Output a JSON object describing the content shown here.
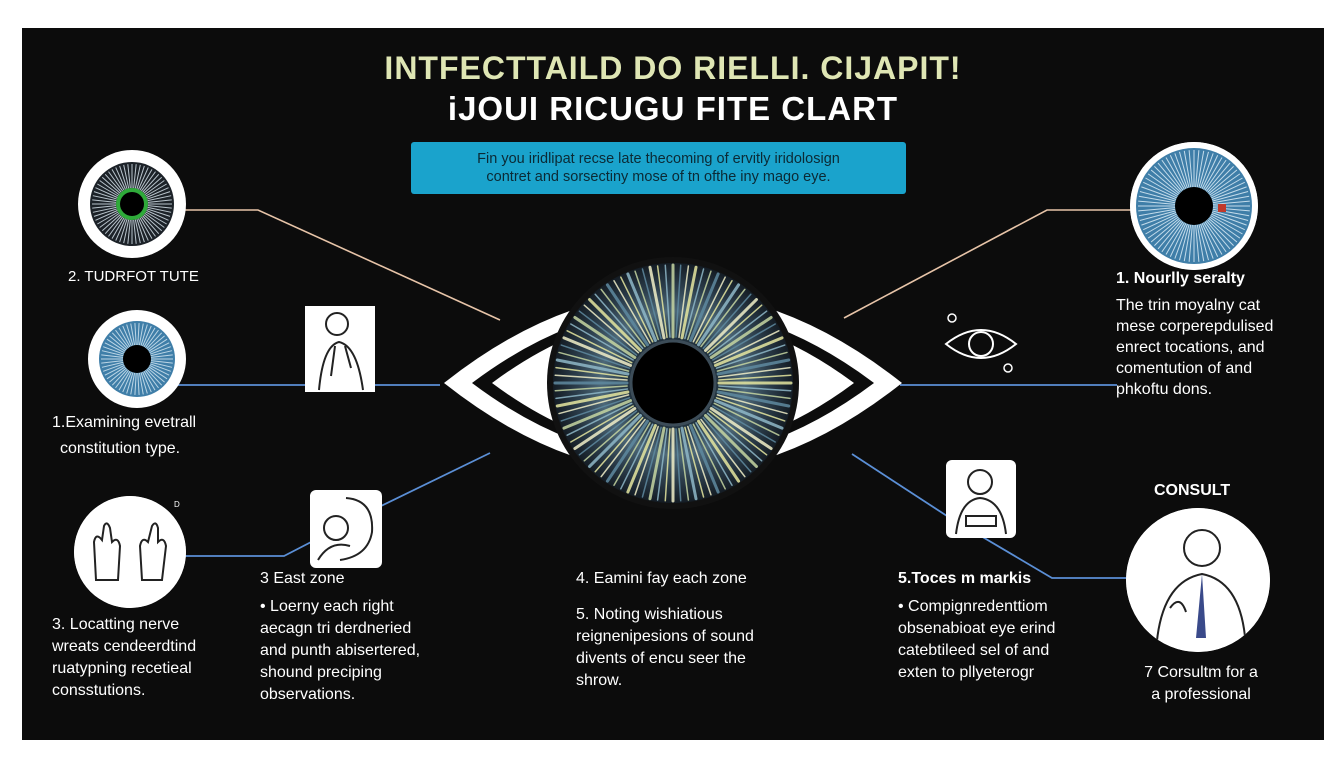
{
  "title_line1": "INTFECTTAILD DO RIELLI. CIJAPIT!",
  "title_line2": "iJOUI RICUGU FITE CLART",
  "banner_line1": "Fin you iridlipat recse late thecoming of ervitly iridolosign",
  "banner_line2": "contret and sorsectiny mose of tn ofthe iny mago eye.",
  "left_top_label": "2. TUDRFOT TUTE",
  "left_mid_line1": "1.Examining evetrall",
  "left_mid_line2": "constitution type.",
  "left_bottom_line1": "3. Locatting nerve",
  "left_bottom_line2": "wreats cendeerdtind",
  "left_bottom_line3": "ruatypning recetieal",
  "left_bottom_line4": "consstutions.",
  "zone3_heading": "3 East zone",
  "zone3_line1": "• Loerny each right",
  "zone3_line2": "aecagn tri derdneried",
  "zone3_line3": "and punth abisertered,",
  "zone3_line4": "shound preciping",
  "zone3_line5": "observations.",
  "center_heading": "4. Eamini fay each zone",
  "center_line1": "5. Noting wishiatious",
  "center_line2": "reignenipesions of sound",
  "center_line3": "divents of encu seer the",
  "center_line4": "shrow.",
  "marks_heading": "5.Toces m markis",
  "marks_line1": "• Compignredenttiom",
  "marks_line2": "obsenabioat eye erind",
  "marks_line3": "catebtileed sel of and",
  "marks_line4": "exten to pllyeterogr",
  "right_heading": "1. Nourlly seralty",
  "right_line1": "The trin moyalny cat",
  "right_line2": "mese corperepdulised",
  "right_line3": "enrect tocations, and",
  "right_line4": "comentution of and",
  "right_line5": "phkoftu dons.",
  "consult_label": "CONSULT",
  "consult_line1": "7 Corsultm for a",
  "consult_line2": "a professional",
  "hands_mark": "D",
  "colors": {
    "background": "#0c0c0c",
    "banner": "#1aa3cc",
    "title_accent": "#dfe6b4",
    "connector_blue": "#5b8fd6",
    "connector_peach": "#e7c4a8"
  },
  "icons": [
    "iris-icon",
    "person-thinking-icon",
    "hands-icon",
    "person-listening-icon",
    "eye-outline-icon",
    "person-writing-icon",
    "doctor-icon"
  ]
}
